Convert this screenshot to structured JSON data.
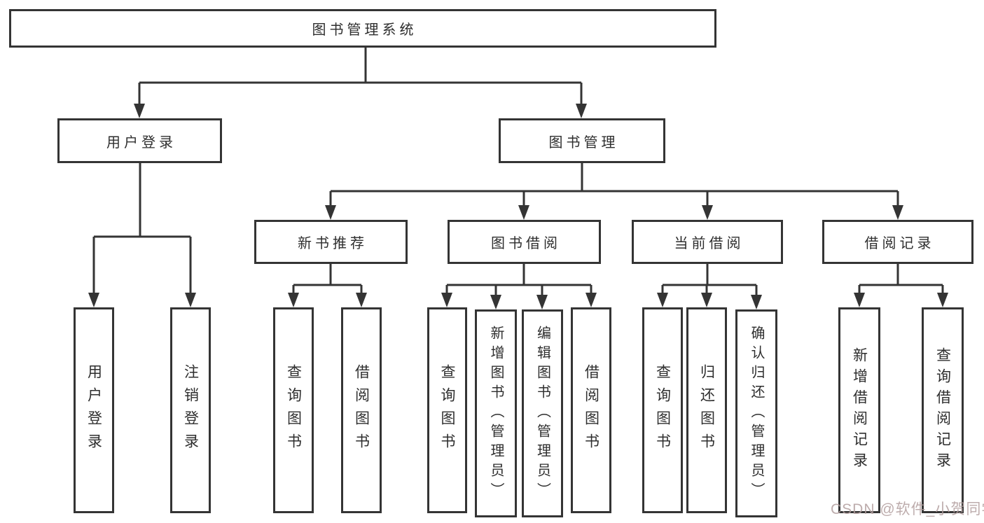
{
  "tree": {
    "label": "图书管理系统",
    "children": [
      {
        "label": "用户登录",
        "children": [
          {
            "label": "用户登录"
          },
          {
            "label": "注销登录"
          }
        ]
      },
      {
        "label": "图书管理",
        "children": [
          {
            "label": "新书推荐",
            "children": [
              {
                "label": "查询图书"
              },
              {
                "label": "借阅图书"
              }
            ]
          },
          {
            "label": "图书借阅",
            "children": [
              {
                "label": "查询图书"
              },
              {
                "label": "新增图书（管理员）"
              },
              {
                "label": "编辑图书（管理员）"
              },
              {
                "label": "借阅图书"
              }
            ]
          },
          {
            "label": "当前借阅",
            "children": [
              {
                "label": "查询图书"
              },
              {
                "label": "归还图书"
              },
              {
                "label": "确认归还（管理员）"
              }
            ]
          },
          {
            "label": "借阅记录",
            "children": [
              {
                "label": "新增借阅记录"
              },
              {
                "label": "查询借阅记录"
              }
            ]
          }
        ]
      }
    ]
  },
  "watermark": {
    "text": "CSDN @软件_小贺同学"
  },
  "colors": {
    "line": "#343434",
    "text": "#2e2e2e",
    "background": "#ffffff",
    "watermark": "#b29e9e"
  }
}
